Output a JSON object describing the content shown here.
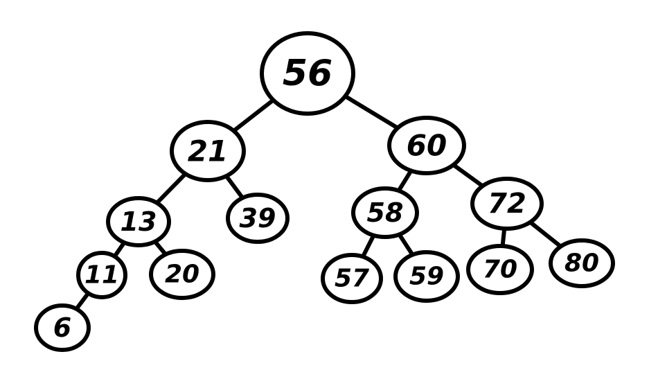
{
  "colors": {
    "stroke": "#000000",
    "background": "#ffffff"
  },
  "tree": {
    "nodes": [
      {
        "id": "n56",
        "label": "56"
      },
      {
        "id": "n21",
        "label": "21"
      },
      {
        "id": "n60",
        "label": "60"
      },
      {
        "id": "n13",
        "label": "13"
      },
      {
        "id": "n39",
        "label": "39"
      },
      {
        "id": "n58",
        "label": "58"
      },
      {
        "id": "n72",
        "label": "72"
      },
      {
        "id": "n11",
        "label": "11"
      },
      {
        "id": "n20",
        "label": "20"
      },
      {
        "id": "n57",
        "label": "57"
      },
      {
        "id": "n59",
        "label": "59"
      },
      {
        "id": "n70",
        "label": "70"
      },
      {
        "id": "n80",
        "label": "80"
      },
      {
        "id": "n6",
        "label": "6"
      }
    ],
    "edges": [
      {
        "from": "n56",
        "to": "n21"
      },
      {
        "from": "n56",
        "to": "n60"
      },
      {
        "from": "n21",
        "to": "n13"
      },
      {
        "from": "n21",
        "to": "n39"
      },
      {
        "from": "n60",
        "to": "n58"
      },
      {
        "from": "n60",
        "to": "n72"
      },
      {
        "from": "n13",
        "to": "n11"
      },
      {
        "from": "n13",
        "to": "n20"
      },
      {
        "from": "n58",
        "to": "n57"
      },
      {
        "from": "n58",
        "to": "n59"
      },
      {
        "from": "n72",
        "to": "n70"
      },
      {
        "from": "n72",
        "to": "n80"
      },
      {
        "from": "n11",
        "to": "n6"
      }
    ]
  }
}
